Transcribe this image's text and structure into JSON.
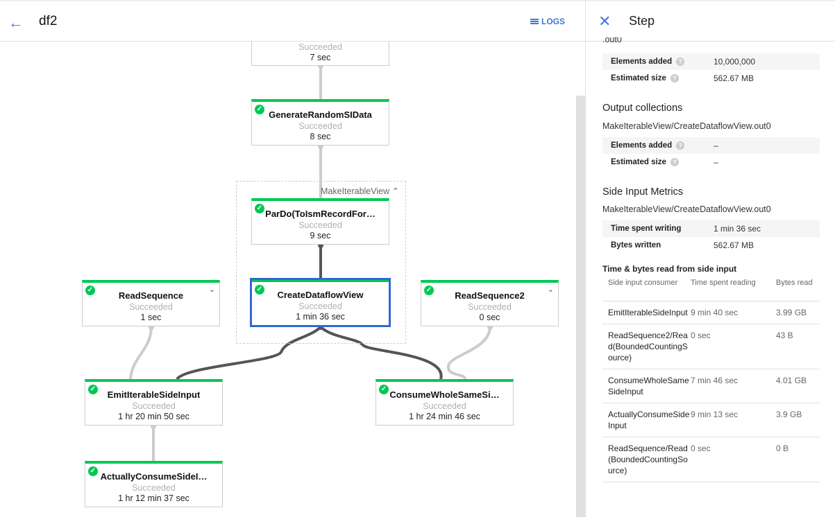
{
  "header": {
    "back_icon": "arrow-left-icon",
    "title": "df2",
    "logs_label": "LOGS",
    "logs_icon": "list-icon"
  },
  "graph": {
    "group_label": "MakeIterableView",
    "nodes": [
      {
        "name": "",
        "status": "Succeeded",
        "duration": "7 sec"
      },
      {
        "name": "GenerateRandomSIData",
        "status": "Succeeded",
        "duration": "8 sec"
      },
      {
        "name": "ParDo(ToIsmRecordFor…",
        "status": "Succeeded",
        "duration": "9 sec"
      },
      {
        "name": "CreateDataflowView",
        "status": "Succeeded",
        "duration": "1 min 36 sec",
        "selected": true
      },
      {
        "name": "ReadSequence",
        "status": "Succeeded",
        "duration": "1 sec"
      },
      {
        "name": "ReadSequence2",
        "status": "Succeeded",
        "duration": "0 sec"
      },
      {
        "name": "EmitIterableSideInput",
        "status": "Succeeded",
        "duration": "1 hr 20 min 50 sec"
      },
      {
        "name": "ConsumeWholeSameSi…",
        "status": "Succeeded",
        "duration": "1 hr 24 min 46 sec"
      },
      {
        "name": "ActuallyConsumeSideI…",
        "status": "Succeeded",
        "duration": "1 hr 12 min 37 sec"
      }
    ],
    "colors": {
      "success": "#00c853",
      "selected": "#3367d6",
      "edge_active": "#555555",
      "edge": "#cccccc"
    }
  },
  "panel": {
    "title": "Step",
    "close_icon": "close-icon",
    "input_path_tail": ".out0",
    "input_metrics": [
      {
        "key": "Elements added",
        "value": "10,000,000"
      },
      {
        "key": "Estimated size",
        "value": "562.67 MB"
      }
    ],
    "output_heading": "Output collections",
    "output_path": "MakeIterableView/CreateDataflowView.out0",
    "output_metrics": [
      {
        "key": "Elements added",
        "value": "–"
      },
      {
        "key": "Estimated size",
        "value": "–"
      }
    ],
    "side_heading": "Side Input Metrics",
    "side_path": "MakeIterableView/CreateDataflowView.out0",
    "side_metrics": [
      {
        "key": "Time spent writing",
        "value": "1 min 36 sec"
      },
      {
        "key": "Bytes written",
        "value": "562.67 MB"
      }
    ],
    "read_heading": "Time & bytes read from side input",
    "table": {
      "headers": [
        "Side input consumer",
        "Time spent reading",
        "Bytes read"
      ],
      "rows": [
        [
          "EmitIterableSideInput",
          "9 min 40 sec",
          "3.99 GB"
        ],
        [
          "ReadSequence2/Read(BoundedCountingSource)",
          "0 sec",
          "43 B"
        ],
        [
          "ConsumeWholeSameSideInput",
          "7 min 46 sec",
          "4.01 GB"
        ],
        [
          "ActuallyConsumeSideInput",
          "9 min 13 sec",
          "3.9 GB"
        ],
        [
          "ReadSequence/Read(BoundedCountingSource)",
          "0 sec",
          "0 B"
        ]
      ]
    }
  }
}
